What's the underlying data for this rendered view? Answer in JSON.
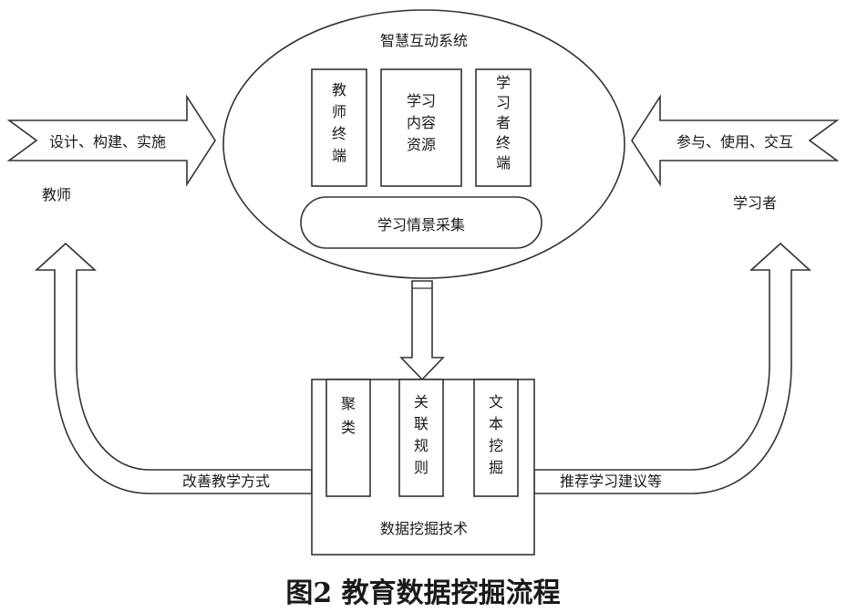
{
  "system": {
    "title": "智慧互动系统",
    "modules": [
      {
        "label": "教师终端"
      },
      {
        "label": "学习内容资源"
      },
      {
        "label": "学习者终端"
      }
    ],
    "collection": "学习情景采集"
  },
  "teacher": {
    "action": "设计、构建、实施",
    "label": "教师"
  },
  "learner": {
    "action": "参与、使用、交互",
    "label": "学习者"
  },
  "mining": {
    "title": "数据挖掘技术",
    "methods": [
      {
        "label": "聚类"
      },
      {
        "label": "关联规则"
      },
      {
        "label": "文本挖掘"
      }
    ]
  },
  "feedback": {
    "teacher": "改善教学方式",
    "learner": "推荐学习建议等"
  },
  "caption": "图2 教育数据挖掘流程"
}
